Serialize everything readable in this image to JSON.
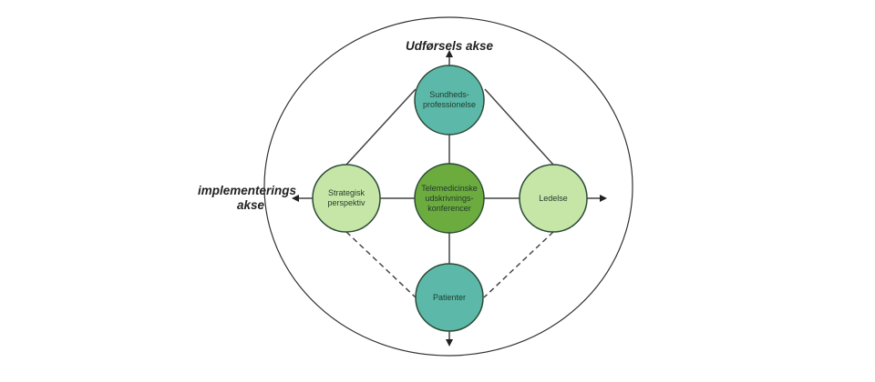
{
  "axes": {
    "vertical": "Udførsels akse",
    "horizontal_line1": "implementerings",
    "horizontal_line2": "akse"
  },
  "nodes": {
    "top": {
      "lines": [
        "Sundheds-",
        "professionelse"
      ],
      "color": "#5cb9a9"
    },
    "center": {
      "lines": [
        "Telemedicinske",
        "udskrivnings-",
        "konferencer"
      ],
      "color": "#6cab3e"
    },
    "left": {
      "lines": [
        "Strategisk",
        "perspektiv"
      ],
      "color": "#c6e6a8"
    },
    "right": {
      "lines": [
        "Ledelse"
      ],
      "color": "#c6e6a8"
    },
    "bottom": {
      "lines": [
        "Patienter"
      ],
      "color": "#5cb9a9"
    }
  },
  "colors": {
    "stroke": "#2c4a36",
    "line": "#444444"
  }
}
